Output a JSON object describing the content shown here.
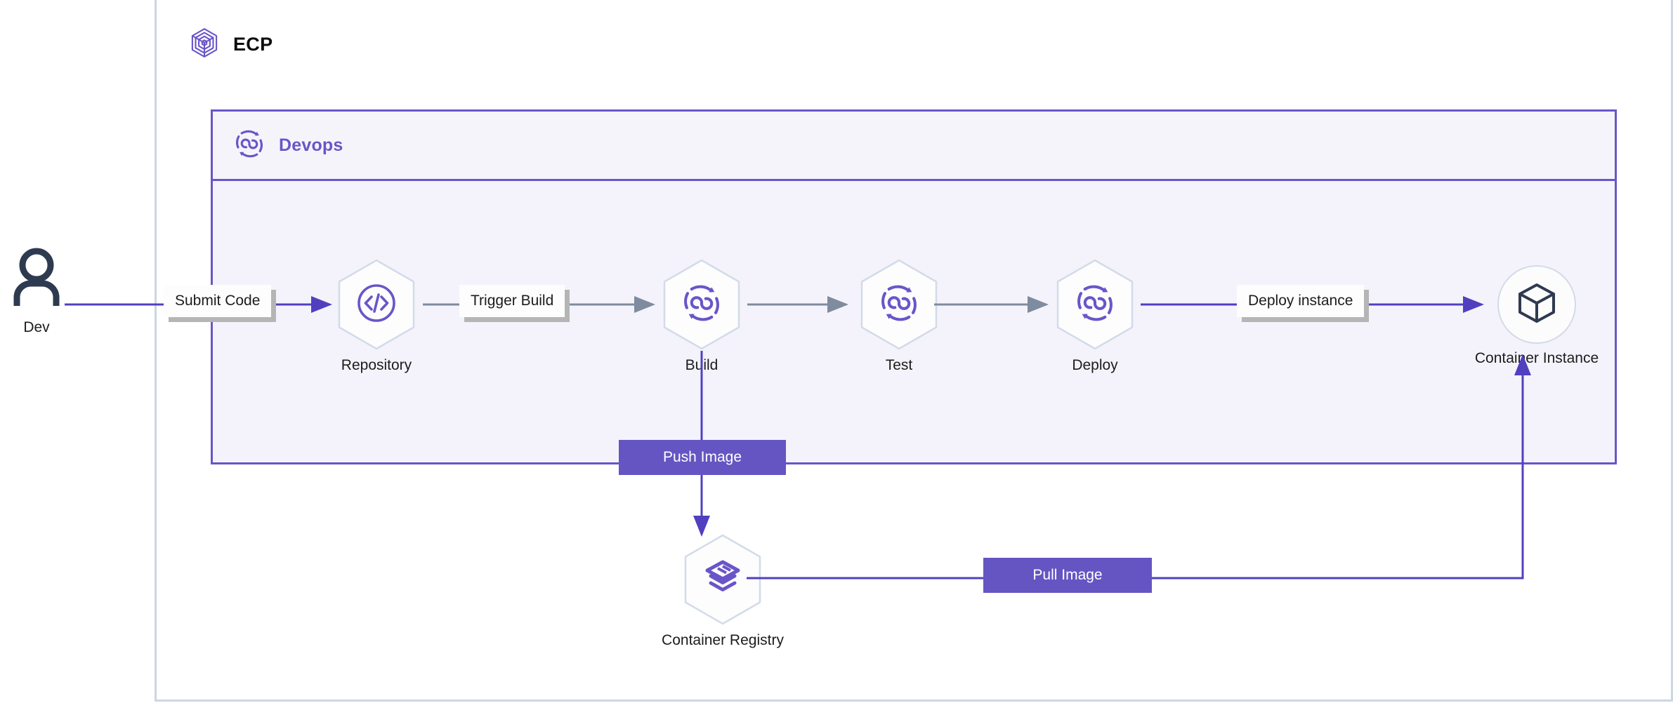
{
  "diagram": {
    "title": "ECP DevOps Pipeline",
    "colors": {
      "purple": "#6455c3",
      "purple_border": "#6a55c8",
      "panel_bg": "#f4f3fb",
      "outer_border": "#ccd6e5",
      "hex_border": "#d3dbe8",
      "gray_arrow": "#7f8b9e",
      "dark_navy": "#2e3a4f",
      "text": "#1c1c1c",
      "label_shadow": "#b5b5b5"
    }
  },
  "ecp": {
    "title": "ECP",
    "icon": "hexagon-spiral-icon"
  },
  "devops": {
    "title": "Devops",
    "icon": "devops-infinity-icon"
  },
  "actor": {
    "label": "Dev",
    "icon": "person-icon"
  },
  "nodes": [
    {
      "id": "repository",
      "label": "Repository",
      "icon": "code-brackets-icon",
      "shape": "hexagon"
    },
    {
      "id": "build",
      "label": "Build",
      "icon": "devops-infinity-icon",
      "shape": "hexagon"
    },
    {
      "id": "test",
      "label": "Test",
      "icon": "devops-infinity-icon",
      "shape": "hexagon"
    },
    {
      "id": "deploy",
      "label": "Deploy",
      "icon": "devops-infinity-icon",
      "shape": "hexagon"
    },
    {
      "id": "container-instance",
      "label": "Container Instance",
      "icon": "cube-icon",
      "shape": "circle"
    },
    {
      "id": "container-registry",
      "label": "Container Registry",
      "icon": "layered-stack-icon",
      "shape": "hexagon"
    }
  ],
  "edge_labels": {
    "submit_code": "Submit Code",
    "trigger_build": "Trigger Build",
    "deploy_instance": "Deploy instance",
    "push_image": "Push Image",
    "pull_image": "Pull Image"
  },
  "edges": [
    {
      "from": "Dev",
      "to": "Repository",
      "label": "Submit Code",
      "style": "purple"
    },
    {
      "from": "Repository",
      "to": "Build",
      "label": "Trigger Build",
      "style": "gray"
    },
    {
      "from": "Build",
      "to": "Test",
      "label": "",
      "style": "gray"
    },
    {
      "from": "Test",
      "to": "Deploy",
      "label": "",
      "style": "gray"
    },
    {
      "from": "Deploy",
      "to": "Container Instance",
      "label": "Deploy instance",
      "style": "purple"
    },
    {
      "from": "Build",
      "to": "Container Registry",
      "label": "Push Image",
      "style": "purple"
    },
    {
      "from": "Container Registry",
      "to": "Container Instance",
      "label": "Pull Image",
      "style": "purple"
    }
  ]
}
